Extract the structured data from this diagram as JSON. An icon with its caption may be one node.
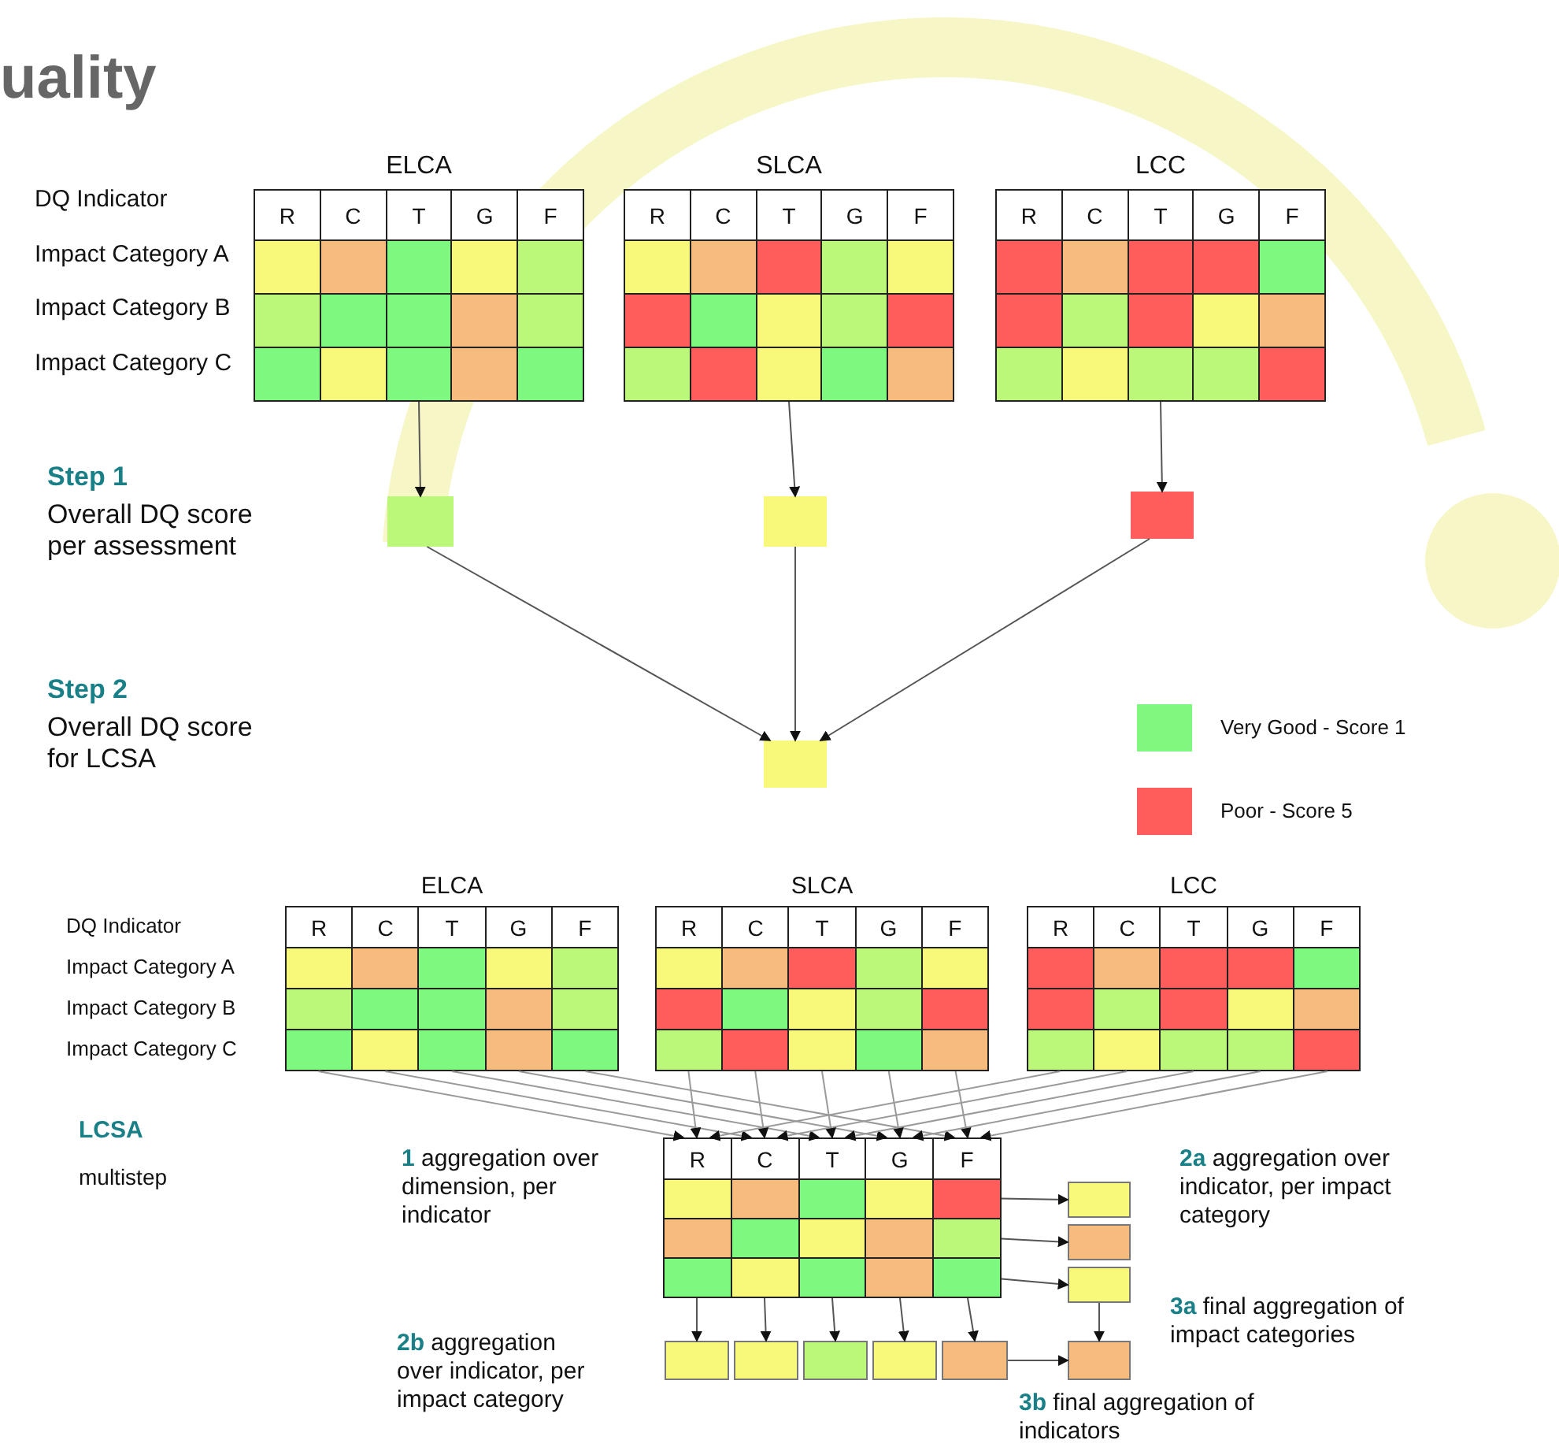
{
  "diagram": {
    "title": "uality",
    "nodes": [
      {
        "text": [
          "ELCA",
          "R",
          "C",
          "T",
          "G",
          "F"
        ]
      },
      {
        "text": [
          "SLCA",
          "R",
          "C",
          "T",
          "G",
          "F"
        ]
      },
      {
        "text": [
          "LCC",
          "R",
          "C",
          "T",
          "G",
          "F"
        ]
      },
      {
        "text": [],
        "shape": "box"
      },
      {
        "text": [],
        "shape": "box"
      },
      {
        "text": [],
        "shape": "box"
      },
      {
        "text": [],
        "shape": "box"
      },
      {
        "text": [
          "ELCA",
          "R",
          "C",
          "T",
          "G",
          "F"
        ]
      },
      {
        "text": [
          "SLCA",
          "R",
          "C",
          "T",
          "G",
          "F"
        ]
      },
      {
        "text": [
          "LCC",
          "R",
          "C",
          "T",
          "G",
          "F"
        ]
      },
      {
        "text": [
          "R",
          "C",
          "T",
          "G",
          "F"
        ]
      },
      {
        "text": [],
        "shape": "box"
      },
      {
        "text": [],
        "shape": "box"
      },
      {
        "text": [],
        "shape": "box"
      },
      {
        "text": [],
        "shape": "box"
      },
      {
        "text": [],
        "shape": "box"
      },
      {
        "text": [],
        "shape": "box"
      },
      {
        "text": [],
        "shape": "box"
      },
      {
        "text": [],
        "shape": "box"
      },
      {
        "text": [],
        "shape": "box"
      }
    ],
    "edges": [
      {
        "from": 0,
        "to": 3,
        "arrow": "to"
      },
      {
        "from": 1,
        "to": 4,
        "arrow": "to"
      },
      {
        "from": 2,
        "to": 5,
        "arrow": "to"
      },
      {
        "from": 3,
        "to": 6,
        "arrow": "to"
      },
      {
        "from": 4,
        "to": 6,
        "arrow": "to"
      },
      {
        "from": 5,
        "to": 6,
        "arrow": "to"
      },
      {
        "from": 7,
        "to": 10,
        "arrow": "to"
      },
      {
        "from": 7,
        "to": 10,
        "arrow": "to"
      },
      {
        "from": 7,
        "to": 10,
        "arrow": "to"
      },
      {
        "from": 7,
        "to": 10,
        "arrow": "to"
      },
      {
        "from": 7,
        "to": 10,
        "arrow": "to"
      },
      {
        "from": 8,
        "to": 10,
        "arrow": "to"
      },
      {
        "from": 8,
        "to": 10,
        "arrow": "to"
      },
      {
        "from": 8,
        "to": 10,
        "arrow": "to"
      },
      {
        "from": 8,
        "to": 10,
        "arrow": "to"
      },
      {
        "from": 8,
        "to": 10,
        "arrow": "to"
      },
      {
        "from": 9,
        "to": 10,
        "arrow": "to"
      },
      {
        "from": 9,
        "to": 10,
        "arrow": "to"
      },
      {
        "from": 9,
        "to": 10,
        "arrow": "to"
      },
      {
        "from": 9,
        "to": 10,
        "arrow": "to"
      },
      {
        "from": 9,
        "to": 10,
        "arrow": "to"
      },
      {
        "from": 10,
        "to": 11,
        "arrow": "to"
      },
      {
        "from": 10,
        "to": 12,
        "arrow": "to"
      },
      {
        "from": 10,
        "to": 13,
        "arrow": "to"
      },
      {
        "from": 10,
        "to": 14,
        "arrow": "to"
      },
      {
        "from": 10,
        "to": 15,
        "arrow": "to"
      },
      {
        "from": 10,
        "to": 16,
        "arrow": "to"
      },
      {
        "from": 10,
        "to": 17,
        "arrow": "to"
      },
      {
        "from": 10,
        "to": 18,
        "arrow": "to"
      },
      {
        "from": 13,
        "to": 19,
        "arrow": "to"
      },
      {
        "from": 18,
        "to": 19,
        "arrow": "to"
      }
    ],
    "labels": [
      "DQ Indicator",
      "Impact Category A",
      "Impact Category B",
      "Impact Category C",
      "Step 1",
      "Overall DQ score per assessment",
      "Step 2",
      "Overall DQ score for LCSA",
      "DQ Indicator",
      "Impact Category A",
      "Impact Category B",
      "Impact Category C",
      "LCSA",
      "multistep",
      "**1** aggregation over dimension, per indicator",
      "**2a** aggregation over indicator, per impact category",
      "**3a** final aggregation of impact categories",
      "**2b** aggregation over indicator, per impact category",
      "**3b** final aggregation of indicators"
    ],
    "legend": [
      {
        "text": "Very Good - Score 1",
        "color": "#80f880"
      },
      {
        "text": "Poor - Score 5",
        "color": "#ff5c5c"
      }
    ]
  }
}
